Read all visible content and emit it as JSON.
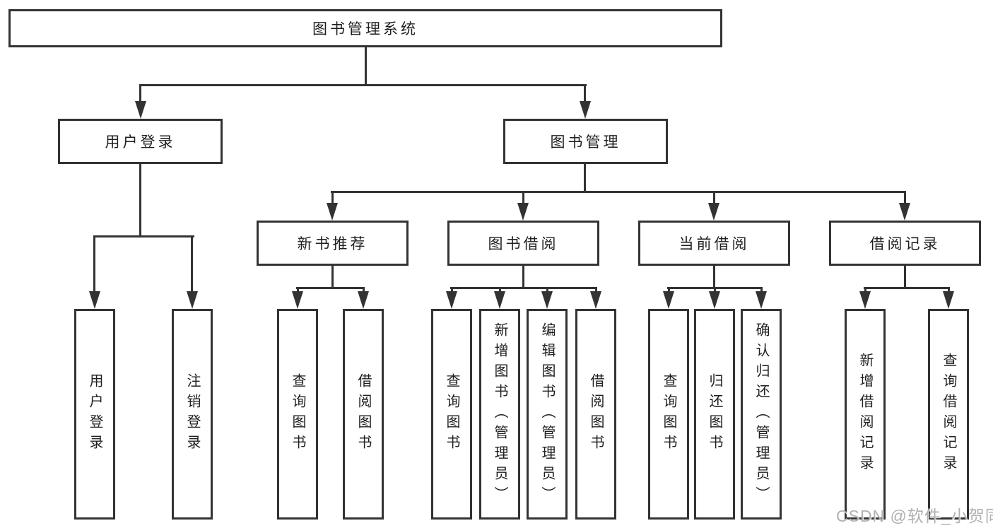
{
  "diagram": {
    "root": {
      "label": "图书管理系统"
    },
    "branches": [
      {
        "label": "用户登录",
        "children": [
          {
            "label": "用户登录"
          },
          {
            "label": "注销登录"
          }
        ]
      },
      {
        "label": "图书管理",
        "sections": [
          {
            "label": "新书推荐",
            "children": [
              {
                "label": "查询图书"
              },
              {
                "label": "借阅图书"
              }
            ]
          },
          {
            "label": "图书借阅",
            "children": [
              {
                "label": "查询图书"
              },
              {
                "label": "新增图书（管理员）"
              },
              {
                "label": "编辑图书（管理员）"
              },
              {
                "label": "借阅图书"
              }
            ]
          },
          {
            "label": "当前借阅",
            "children": [
              {
                "label": "查询图书"
              },
              {
                "label": "归还图书"
              },
              {
                "label": "确认归还（管理员）"
              }
            ]
          },
          {
            "label": "借阅记录",
            "children": [
              {
                "label": "新增借阅记录"
              },
              {
                "label": "查询借阅记录"
              }
            ]
          }
        ]
      }
    ]
  },
  "watermark": {
    "text": "CSDN @软件_小贺同学"
  },
  "colors": {
    "line": "#333333",
    "text": "#1f1f1f",
    "background": "#ffffff",
    "watermark": "#b1b1b1"
  }
}
